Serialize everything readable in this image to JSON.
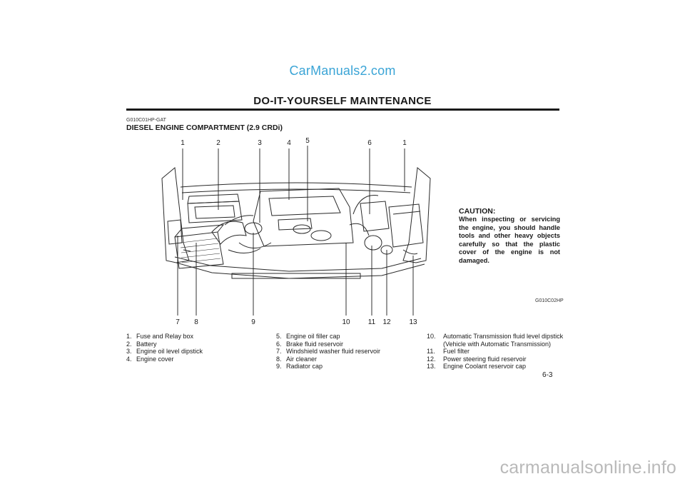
{
  "watermark_top": "CarManuals2.com",
  "header": {
    "title": "DO-IT-YOURSELF MAINTENANCE"
  },
  "section": {
    "code": "G010C01HP-GAT",
    "title": "DIESEL ENGINE COMPARTMENT (2.9 CRDi)"
  },
  "figure": {
    "code": "G010C02HP",
    "callouts_top": [
      "1",
      "2",
      "3",
      "4",
      "5",
      "6",
      "1"
    ],
    "callouts_bottom": [
      "7",
      "8",
      "9",
      "10",
      "11",
      "12",
      "13"
    ]
  },
  "caution": {
    "title": "CAUTION:",
    "body": "When inspecting or servicing the engine, you should handle tools and other heavy objects carefully so that the plastic cover of the engine is not damaged."
  },
  "legend": {
    "col1": [
      {
        "num": "1.",
        "text": "Fuse and Relay box"
      },
      {
        "num": "2.",
        "text": "Battery"
      },
      {
        "num": "3.",
        "text": "Engine oil level dipstick"
      },
      {
        "num": "4.",
        "text": "Engine cover"
      }
    ],
    "col2": [
      {
        "num": "5.",
        "text": "Engine oil filler cap"
      },
      {
        "num": "6.",
        "text": "Brake fluid reservoir"
      },
      {
        "num": "7.",
        "text": "Windshield washer fluid reservoir"
      },
      {
        "num": "8.",
        "text": "Air cleaner"
      },
      {
        "num": "9.",
        "text": "Radiator cap"
      }
    ],
    "col3": [
      {
        "num": "10.",
        "text": "Automatic Transmission fluid level dipstick",
        "text2": "(Vehicle with Automatic Transmission)"
      },
      {
        "num": "11.",
        "text": "Fuel filter"
      },
      {
        "num": "12.",
        "text": "Power steering fluid reservoir"
      },
      {
        "num": "13.",
        "text": "Engine Coolant reservoir cap"
      }
    ]
  },
  "page_number": "6-3",
  "watermark_bottom": "carmanualsonline.info"
}
